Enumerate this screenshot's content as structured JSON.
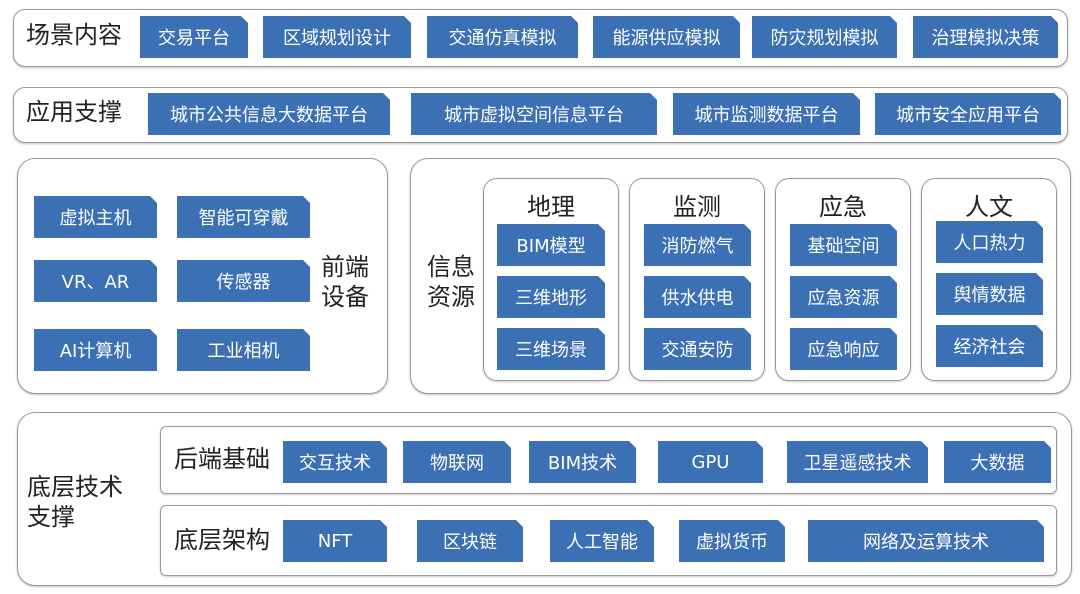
{
  "scene": {
    "title": "场景内容",
    "items": [
      "交易平台",
      "区域规划设计",
      "交通仿真模拟",
      "能源供应模拟",
      "防灾规划模拟",
      "治理模拟决策"
    ]
  },
  "support": {
    "title": "应用支撑",
    "items": [
      "城市公共信息大数据平台",
      "城市虚拟空间信息平台",
      "城市监测数据平台",
      "城市安全应用平台"
    ]
  },
  "frontend": {
    "title": "前端\n设备",
    "items": [
      "虚拟主机",
      "智能可穿戴",
      "VR、AR",
      "传感器",
      "AI计算机",
      "工业相机"
    ]
  },
  "info": {
    "title": "信息\n资源",
    "columns": [
      {
        "head": "地理",
        "items": [
          "BIM模型",
          "三维地形",
          "三维场景"
        ]
      },
      {
        "head": "监测",
        "items": [
          "消防燃气",
          "供水供电",
          "交通安防"
        ]
      },
      {
        "head": "应急",
        "items": [
          "基础空间",
          "应急资源",
          "应急响应"
        ]
      },
      {
        "head": "人文",
        "items": [
          "人口热力",
          "舆情数据",
          "经济社会"
        ]
      }
    ]
  },
  "bottom": {
    "title": "底层技术\n支撑",
    "backend": {
      "title": "后端基础",
      "items": [
        "交互技术",
        "物联网",
        "BIM技术",
        "GPU",
        "卫星遥感技术",
        "大数据"
      ]
    },
    "arch": {
      "title": "底层架构",
      "items": [
        "NFT",
        "区块链",
        "人工智能",
        "虚拟货币",
        "网络及运算技术"
      ]
    }
  }
}
